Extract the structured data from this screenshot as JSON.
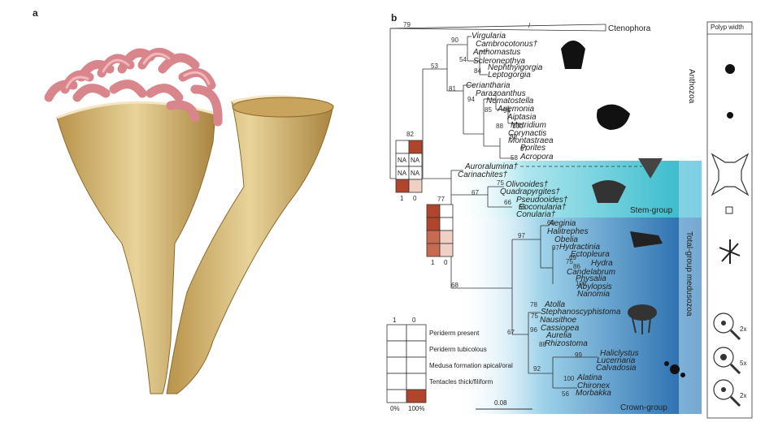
{
  "panels": {
    "a": "a",
    "b": "b"
  },
  "groups": {
    "ctenophora": "Ctenophora",
    "anthozoa": "Anthozoa",
    "stem_group": "Stem-group",
    "total_group": "Total-group medusozoa",
    "crown_group": "Crown-group"
  },
  "polyp_width_title": "Polyp width",
  "taxa": [
    "Virgularia",
    "Cambrocotonus†",
    "Anthomastus",
    "Scleronepthya",
    "Nephthyigorgia",
    "Leptogorgia",
    "Ceriantharia",
    "Parazoanthus",
    "Nematostella",
    "Anemonia",
    "Aiptasia",
    "Metridium",
    "Corynactis",
    "Montastraea",
    "Porites",
    "Acropora",
    "Auroralumina†",
    "Carinachites†",
    "Olivooides†",
    "Quadrapyrgites†",
    "Pseudooides†",
    "Eoconularia†",
    "Conularia†",
    "Aeginia",
    "Halitrephes",
    "Obelia",
    "Hydractinia",
    "Ectopleura",
    "Hydra",
    "Candelabrum",
    "Physalia",
    "Abylopsis",
    "Nanomia",
    "Atolla",
    "Stephanoscyphistoma",
    "Nausithoe",
    "Cassiopea",
    "Aurelia",
    "Rhizostoma",
    "Haliclystus",
    "Lucernaria",
    "Calvadosia",
    "Alatina",
    "Chironex",
    "Morbakka"
  ],
  "node_support": [
    "79",
    "90",
    "54",
    "84",
    "53",
    "81",
    "94",
    "85",
    "94",
    "88",
    "100",
    "99",
    "97",
    "58",
    "82",
    "77",
    "67",
    "75",
    "66",
    "58",
    "60",
    "97",
    "97",
    "69",
    "75",
    "86",
    "100",
    "68",
    "78",
    "75",
    "96",
    "88",
    "67",
    "99",
    "92",
    "100",
    "56"
  ],
  "character_table": {
    "na_label": "NA",
    "col_labels": [
      "1",
      "0"
    ],
    "legend_rows": [
      "Periderm present",
      "Periderm tubicolous",
      "Medusa formation apical/oral",
      "Tentacles thick/filiform"
    ],
    "scale_labels": [
      "0%",
      "100%"
    ]
  },
  "scale_bar": "0.08",
  "magnifications": [
    "2x",
    "5x",
    "2x"
  ],
  "colors": {
    "stem_fill": "#2bb7c8",
    "crown_fill": "#1d63a8",
    "character_present": "#b0452b",
    "character_partial": "#f0cfc5",
    "tube": "#d4b36f",
    "tentacle": "#d9858c"
  }
}
